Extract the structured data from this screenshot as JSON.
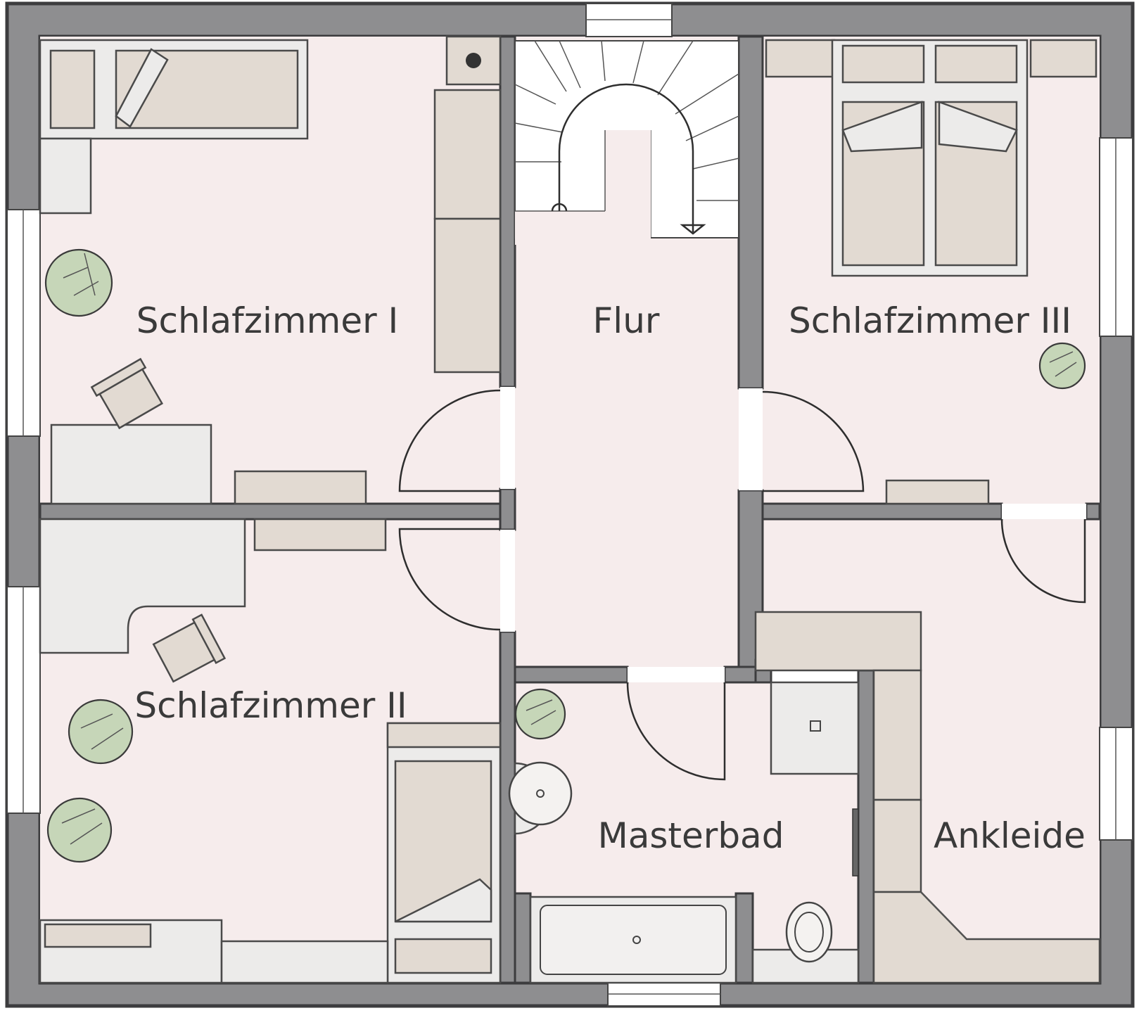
{
  "rooms": {
    "schlafzimmer_1": "Schlafzimmer I",
    "flur": "Flur",
    "schlafzimmer_3": "Schlafzimmer III",
    "schlafzimmer_2": "Schlafzimmer II",
    "masterbad": "Masterbad",
    "ankleide": "Ankleide"
  },
  "colors": {
    "wall": "#8e8e90",
    "floor": "#f6ecec",
    "furniture": "#e2dad2",
    "plant": "#c6d6b8"
  },
  "icons": [
    "plant-icon",
    "chair-icon",
    "bed-icon",
    "door-swing-icon",
    "stair-arrow-icon",
    "sink-icon",
    "toilet-icon",
    "bathtub-icon",
    "shower-icon"
  ]
}
